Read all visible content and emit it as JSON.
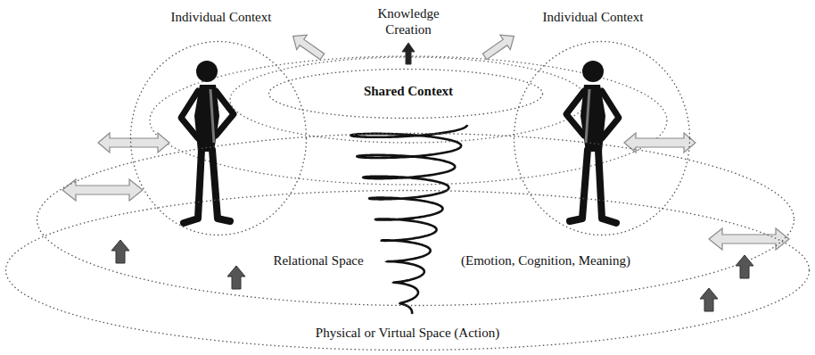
{
  "diagram": {
    "nodes": [
      {
        "text": [
          "Physical or Virtual Space (Action)"
        ]
      },
      {
        "text": [
          "Relational Space",
          "(Emotion, Cognition, Meaning)"
        ],
        "in": 0
      },
      {
        "text": [
          "Individual Context"
        ],
        "in": 1
      },
      {
        "text": [
          "Individual Context"
        ],
        "in": 1
      },
      {
        "text": [
          "Shared Context"
        ],
        "in": 1
      }
    ],
    "labels": [
      "Knowledge Creation"
    ]
  }
}
